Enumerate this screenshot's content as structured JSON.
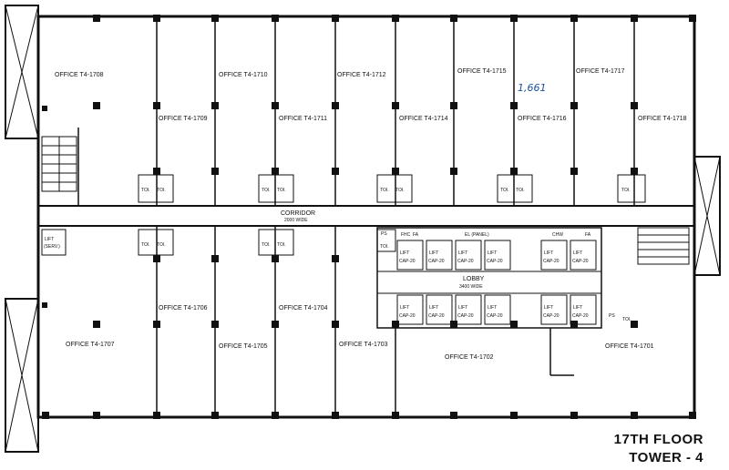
{
  "plan": {
    "floor_title": "17TH FLOOR",
    "tower_title": "TOWER - 4",
    "offices": {
      "t4_1706_top": "OFFICE T4-1708",
      "t4_1709": "OFFICE T4-1709",
      "t4_1710": "OFFICE T4-1710",
      "t4_1711": "OFFICE T4-1711",
      "t4_1712": "OFFICE T4-1712",
      "t4_1714": "OFFICE T4-1714",
      "t4_1715": "OFFICE T4-1715",
      "t4_1716": "OFFICE T4-1716",
      "t4_1717": "OFFICE T4-1717",
      "t4_1718": "OFFICE T4-1718",
      "t4_1706": "OFFICE T4-1706",
      "t4_1704": "OFFICE T4-1704",
      "t4_1707": "OFFICE T4-1707",
      "t4_1705": "OFFICE T4-1705",
      "t4_1703": "OFFICE T4-1703",
      "t4_1702": "OFFICE T4-1702",
      "t4_1701": "OFFICE T4-1701"
    },
    "corridor": "CORRIDOR",
    "corridor_width": "2000 WIDE",
    "lobby": "LOBBY",
    "lobby_width": "3400 WIDE",
    "lift_label": "LIFT",
    "lift_capacity": "CAP-20",
    "service_lift": "LIFT",
    "service_lift_sub": "(SERV.)",
    "toilet": "TOI.",
    "fhc": "FHC",
    "fa": "FA",
    "el_panel": "EL (PANEL)",
    "chw": "CHW",
    "ps": "PS",
    "annotation": "1,661"
  }
}
